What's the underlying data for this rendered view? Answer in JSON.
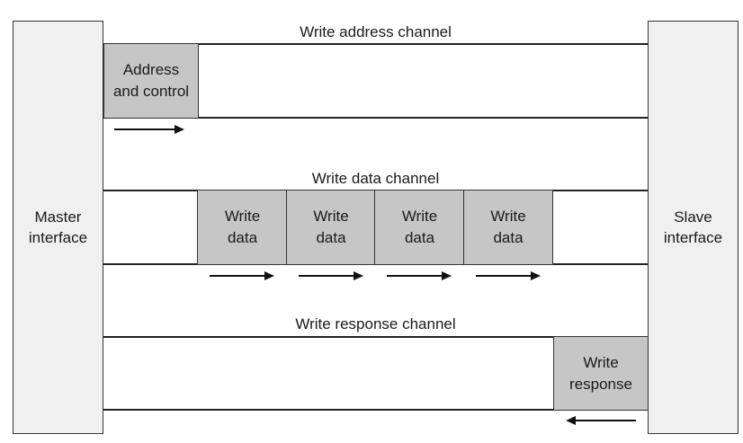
{
  "master": {
    "label": "Master\ninterface"
  },
  "slave": {
    "label": "Slave\ninterface"
  },
  "channels": {
    "write_address": {
      "label": "Write address channel",
      "cells": [
        "Address\nand control"
      ],
      "direction": "master-to-slave"
    },
    "write_data": {
      "label": "Write data channel",
      "cells": [
        "Write\ndata",
        "Write\ndata",
        "Write\ndata",
        "Write\ndata"
      ],
      "direction": "master-to-slave"
    },
    "write_response": {
      "label": "Write response channel",
      "cells": [
        "Write\nresponse"
      ],
      "direction": "slave-to-master"
    }
  },
  "colors": {
    "interface_fill": "#f0f0f0",
    "cell_fill": "#c6c6c6",
    "line": "#222222"
  }
}
